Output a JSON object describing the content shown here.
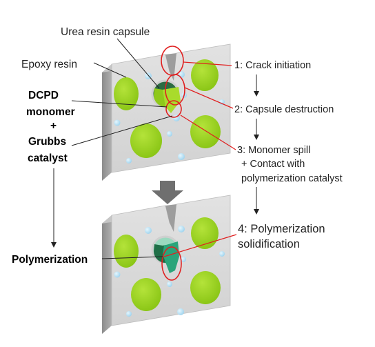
{
  "labels": {
    "urea_capsule": "Urea resin capsule",
    "epoxy_resin": "Epoxy resin",
    "dcpd_1": "DCPD",
    "dcpd_2": "monomer",
    "plus": "+",
    "grubbs_1": "Grubbs",
    "grubbs_2": "catalyst",
    "polymerization": "Polymerization"
  },
  "steps": {
    "s1": "1: Crack initiation",
    "s2": "2: Capsule destruction",
    "s3_1": "3: Monomer spill",
    "s3_2": "+ Contact with",
    "s3_3": "polymerization catalyst",
    "s4_1": "4: Polymerization",
    "s4_2": "solidification"
  },
  "colors": {
    "block_front": "#d9d9d9",
    "block_top": "#c3c3c3",
    "block_side": "#9a9a9a",
    "capsule_green": "#9bd21f",
    "bubble_blue": "#bfe3f5",
    "leader_red": "#e02020",
    "polymer_teal": "#2aa57a",
    "arrow_gray": "#6f6f6f"
  }
}
